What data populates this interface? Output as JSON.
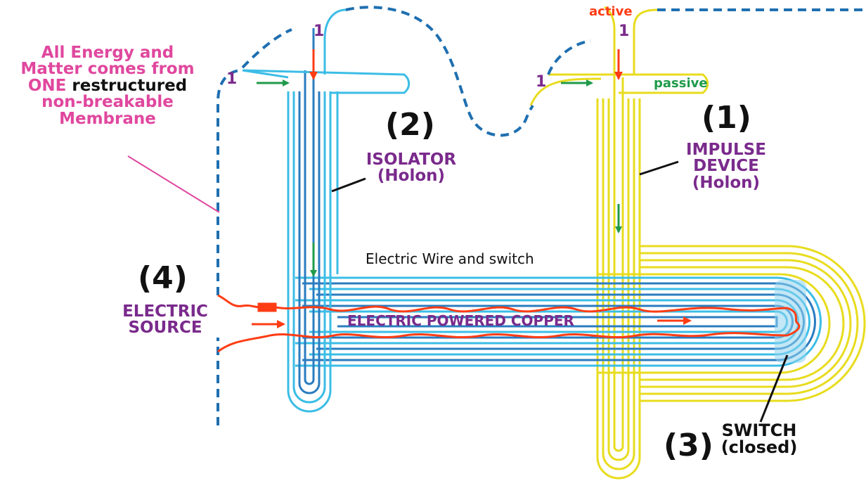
{
  "colors": {
    "membrane": "#1f6fb0",
    "isolator": "#3bbde6",
    "isolator_dark": "#2a7cc0",
    "impulse": "#f0e52a",
    "wire": "#ff3c14",
    "arrow_green": "#1f9a4a",
    "label_pink": "#e0479e",
    "label_purple": "#7a2a8c"
  },
  "membrane_note": {
    "line1": "All Energy and",
    "line2": "Matter comes from",
    "line3_pink": "ONE",
    "line3_black": "restructured",
    "line4": "non-breakable",
    "line5": "Membrane"
  },
  "isolator": {
    "number": "(2)",
    "name": "ISOLATOR",
    "sub": "(Holon)",
    "input_label": "1",
    "top_label": "1"
  },
  "impulse": {
    "number": "(1)",
    "name": "IMPULSE",
    "name2": "DEVICE",
    "sub": "(Holon)",
    "input_label": "1",
    "top_label": "1",
    "active_label": "active",
    "passive_label": "passive"
  },
  "source": {
    "number": "(4)",
    "name": "ELECTRIC",
    "name2": "SOURCE"
  },
  "wire_label": "Electric Wire and switch",
  "copper_label": "ELECTRIC POWERED COPPER",
  "switch": {
    "number": "(3)",
    "name": "SWITCH",
    "state": "(closed)"
  }
}
